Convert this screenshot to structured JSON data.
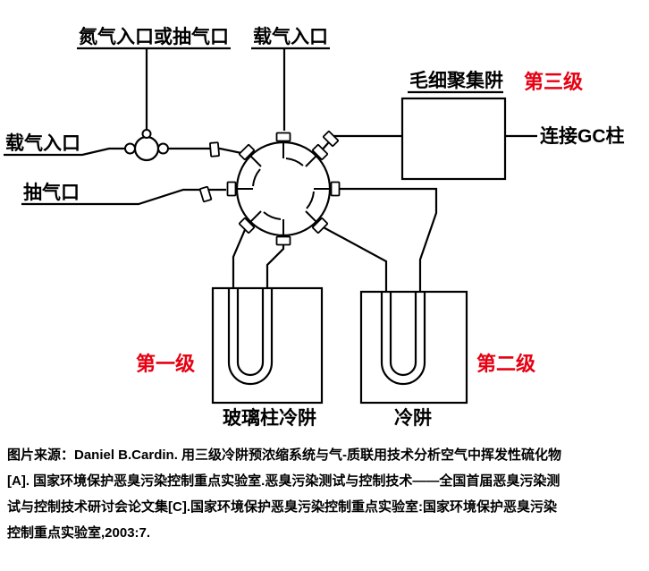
{
  "diagram": {
    "labels": {
      "nitrogen_inlet": "氮气入口或抽气口",
      "carrier_gas_inlet_top": "载气入口",
      "carrier_gas_inlet_left": "载气入口",
      "pump_port": "抽气口",
      "capillary_trap": "毛细聚集阱",
      "stage3": "第三级",
      "gc_column": "连接GC柱",
      "stage1": "第一级",
      "glass_trap": "玻璃柱冷阱",
      "stage2": "第二级",
      "cold_trap": "冷阱"
    },
    "colors": {
      "line": "#000000",
      "stage_red": "#e60012",
      "background": "#ffffff"
    }
  },
  "caption": {
    "lines": [
      "图片来源：Daniel B.Cardin. 用三级冷阱预浓缩系统与气-质联用技术分析空气中挥发性硫化物",
      "[A]. 国家环境保护恶臭污染控制重点实验室.恶臭污染测试与控制技术——全国首届恶臭污染测",
      "试与控制技术研讨会论文集[C].国家环境保护恶臭污染控制重点实验室:国家环境保护恶臭污染",
      "控制重点实验室,2003:7."
    ]
  }
}
